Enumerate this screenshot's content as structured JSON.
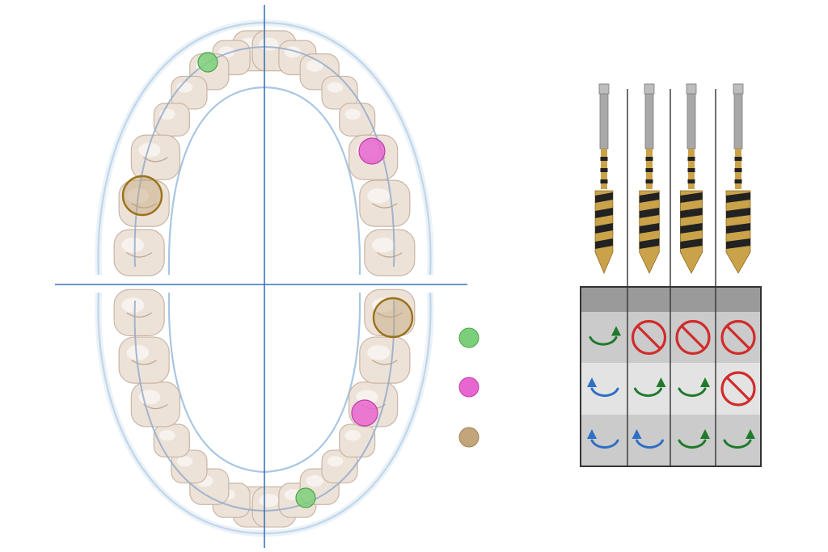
{
  "colors": {
    "background": "#ffffff",
    "axis_line": "#3a74b8",
    "gum_outline": "#a9c6e2",
    "arch_curve": "#8ea9c8",
    "tooth_fill": "#ede2d8",
    "tooth_edge": "#c9b6a6",
    "marker_green": "#7ccf7a",
    "marker_magenta": "#e866cf",
    "marker_tan": "#c2a57a",
    "marker_tan_ring": "#9a7219",
    "table_border": "#333333",
    "table_header": "#9a9a9a",
    "row_dark": "#cbcbcb",
    "row_light": "#e3e3e3",
    "rotate_green": "#1f7a2c",
    "rotate_blue": "#2f6fc4",
    "prohibit_red": "#d12b2b",
    "drill_gold": "#c9a24a",
    "drill_band": "#222222",
    "drill_shank": "#a8a8a8"
  },
  "icons": {
    "legend": [
      "green-dot-icon",
      "magenta-dot-icon",
      "tan-dot-icon"
    ],
    "rotation": [
      "rotate-green-icon",
      "rotate-blue-icon",
      "prohibited-icon"
    ]
  },
  "markers": [
    {
      "jaw": "upper",
      "side": "right",
      "tooth": "lateral-incisor",
      "color": "green"
    },
    {
      "jaw": "upper",
      "side": "left",
      "tooth": "first-premolar",
      "color": "magenta"
    },
    {
      "jaw": "upper",
      "side": "right",
      "tooth": "first-molar",
      "color": "tan"
    },
    {
      "jaw": "lower",
      "side": "left",
      "tooth": "first-molar",
      "color": "tan"
    },
    {
      "jaw": "lower",
      "side": "left",
      "tooth": "second-premolar",
      "color": "magenta"
    },
    {
      "jaw": "lower",
      "side": "left",
      "tooth": "lateral-incisor",
      "color": "green"
    }
  ],
  "legend": [
    {
      "color": "green"
    },
    {
      "color": "magenta"
    },
    {
      "color": "tan"
    }
  ],
  "drills": [
    {
      "index": 1,
      "relative_diameter": 0.55,
      "bands": 4
    },
    {
      "index": 2,
      "relative_diameter": 0.7,
      "bands": 4
    },
    {
      "index": 3,
      "relative_diameter": 0.85,
      "bands": 4
    },
    {
      "index": 4,
      "relative_diameter": 1.0,
      "bands": 4
    }
  ],
  "drill_table": {
    "columns": 4,
    "rows": [
      {
        "bone": "green",
        "cells": [
          "rotate-green",
          "prohibited",
          "prohibited",
          "prohibited"
        ]
      },
      {
        "bone": "magenta",
        "cells": [
          "rotate-blue",
          "rotate-green",
          "rotate-green",
          "prohibited"
        ]
      },
      {
        "bone": "tan",
        "cells": [
          "rotate-blue",
          "rotate-blue",
          "rotate-green",
          "rotate-green"
        ]
      }
    ]
  }
}
